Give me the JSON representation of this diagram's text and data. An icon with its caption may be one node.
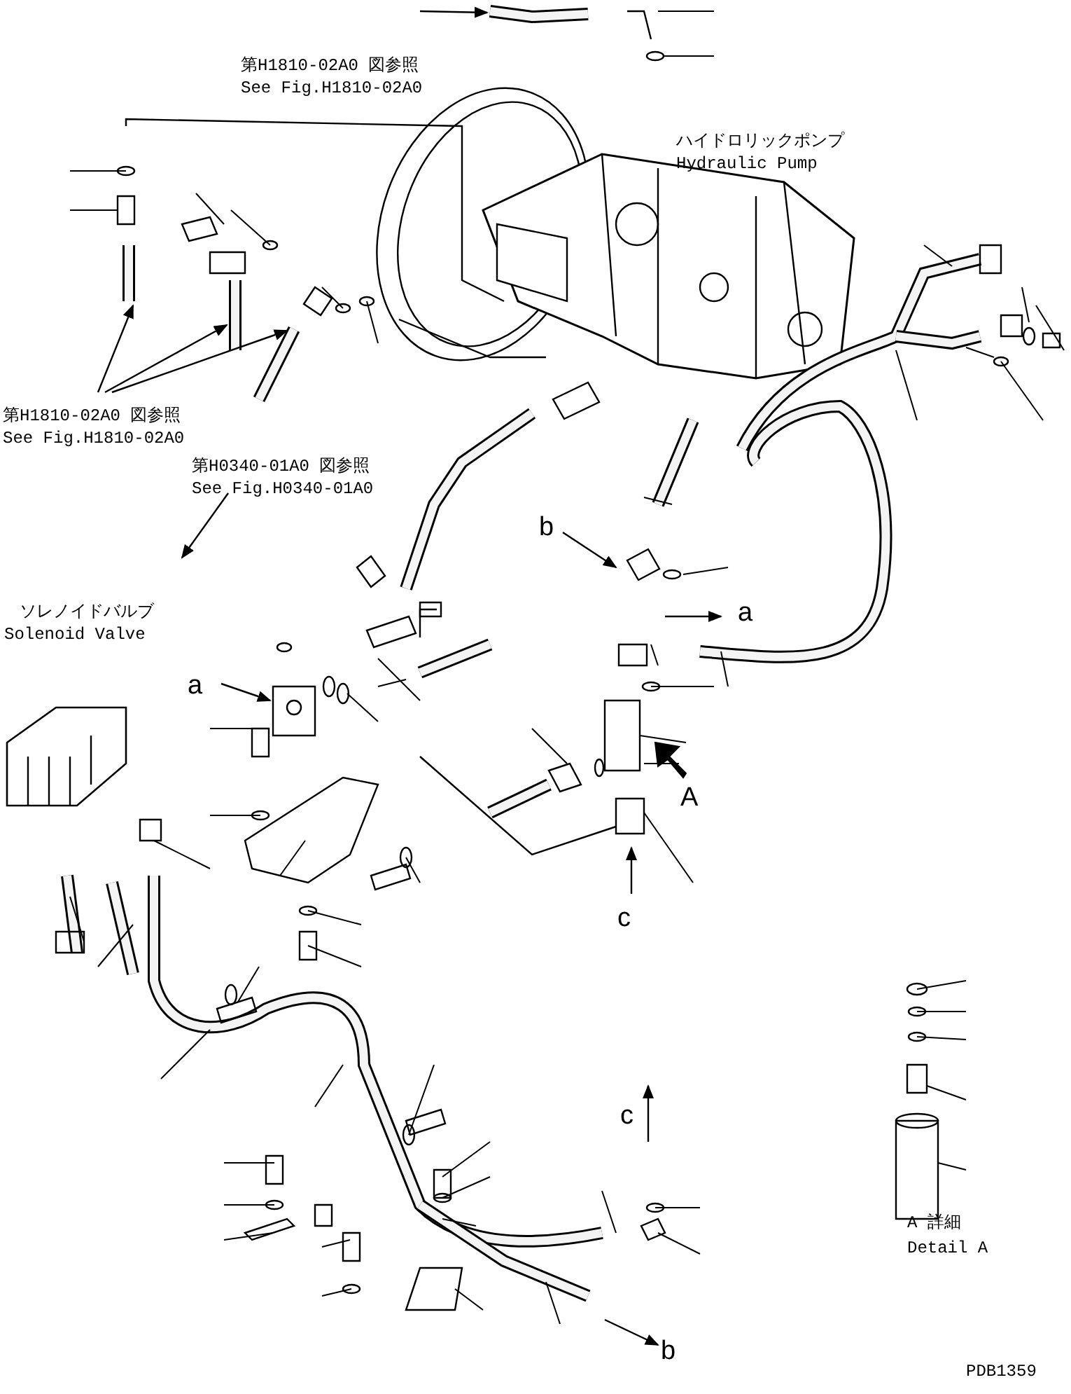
{
  "diagram": {
    "labels": [
      "第H1810-02A0 図参照",
      "See Fig.H1810-02A0",
      "ハイドロリックポンプ",
      "Hydraulic Pump",
      "第H1810-02A0 図参照",
      "See Fig.H1810-02A0",
      "第H0340-01A0 図参照",
      "See Fig.H0340-01A0",
      "ソレノイドバルブ",
      "Solenoid Valve",
      "b",
      "a",
      "a",
      "A",
      "c",
      "c",
      "b",
      "A 詳細",
      "Detail A",
      "PDB1359"
    ]
  }
}
